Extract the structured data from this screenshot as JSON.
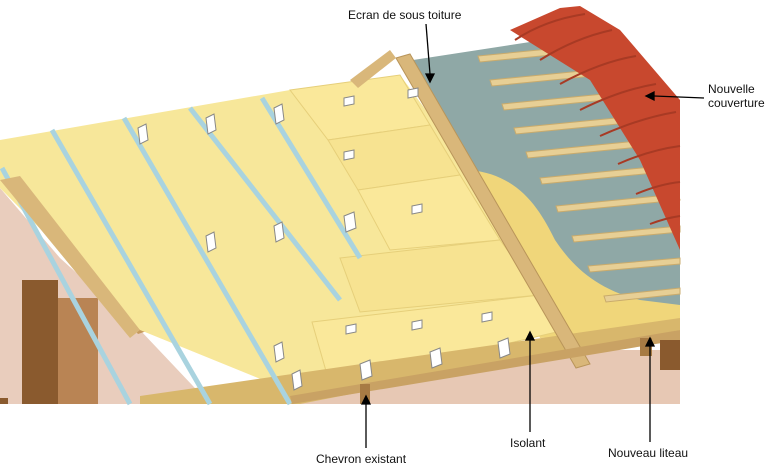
{
  "labels": {
    "ecran": "Ecran de sous toiture",
    "couverture_line1": "Nouvelle",
    "couverture_line2": "couverture",
    "chevron": "Chevron existant",
    "isolant": "Isolant",
    "liteau": "Nouveau liteau"
  },
  "colors": {
    "insulation": "#f7e79a",
    "insulation_shade": "#f0d67a",
    "membrane": "#8fa8a6",
    "membrane_light": "#a9bfbf",
    "rafter": "#d9b77a",
    "batten": "#e7cf95",
    "tile": "#c8482e",
    "tile_dark": "#a83a24",
    "wall": "#e9cdbd",
    "timber": "#8a5a2e",
    "channel": "#a9d3df"
  }
}
